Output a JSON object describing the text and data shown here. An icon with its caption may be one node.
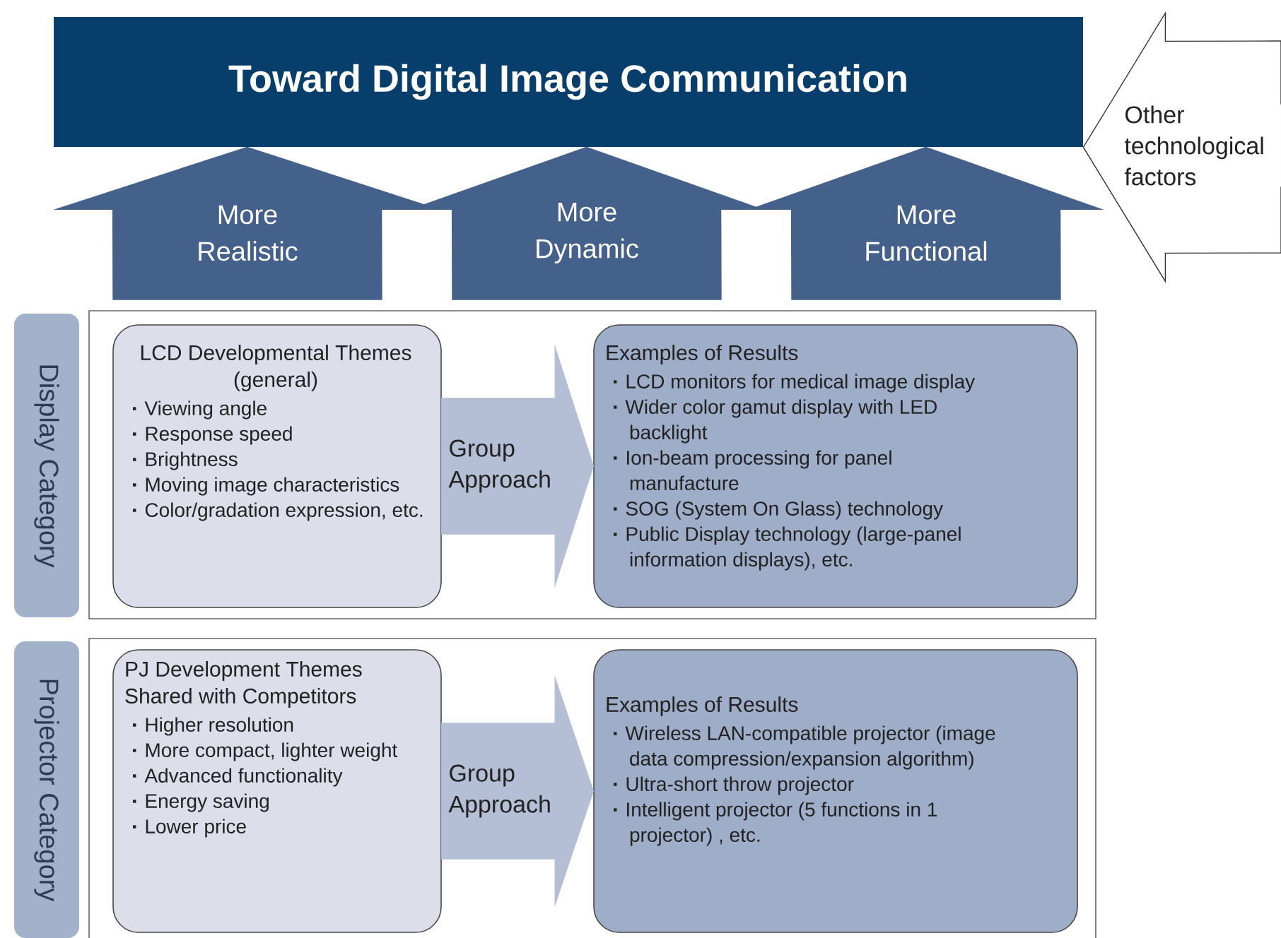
{
  "diagram": {
    "nodes": [
      {
        "text": [
          "Toward Digital Image Communication"
        ]
      },
      {
        "text": [
          "Display Category"
        ]
      },
      {
        "text": [],
        "shape": "box"
      },
      {
        "text": [
          "LCD Developmental Themes (general)",
          "Viewing angle",
          "Response speed",
          "Brightness",
          "Moving image characteristics",
          "Color/gradation expression, etc."
        ],
        "in": 2
      },
      {
        "text": [
          "Examples of Results",
          "LCD monitors for medical image display",
          "Wider color gamut display with LED backlight",
          "Ion-beam processing for panel manufacture",
          "SOG (System On Glass) technology",
          "Public Display technology (large-panel information displays), etc."
        ],
        "in": 2
      },
      {
        "text": [
          "Projector Category"
        ]
      },
      {
        "text": [],
        "shape": "box"
      },
      {
        "text": [
          "PJ Development Themes Shared with Competitors",
          "Higher resolution",
          "More compact, lighter weight",
          "Advanced functionality",
          "Energy saving",
          "Lower price"
        ],
        "in": 6
      },
      {
        "text": [
          "Examples of Results",
          "Wireless LAN-compatible projector (image data compression/expansion algorithm)",
          "Ultra-short throw projector",
          "Intelligent projector (5 functions in 1 projector) , etc."
        ],
        "in": 6
      }
    ],
    "edges": [
      {
        "from": null,
        "to": 0,
        "arrow": "to",
        "label": "More Realistic"
      },
      {
        "from": null,
        "to": 0,
        "arrow": "to",
        "label": "More Dynamic"
      },
      {
        "from": null,
        "to": 0,
        "arrow": "to",
        "label": "More Functional"
      },
      {
        "from": null,
        "to": 0,
        "arrow": "to",
        "label": "Other technological factors",
        "color": "#ffffff"
      },
      {
        "from": 3,
        "to": 4,
        "arrow": "to",
        "label": "Group Approach",
        "color": "#b4bfd6"
      },
      {
        "from": 7,
        "to": 8,
        "arrow": "to",
        "label": "Group Approach",
        "color": "#b4bfd6"
      }
    ]
  }
}
